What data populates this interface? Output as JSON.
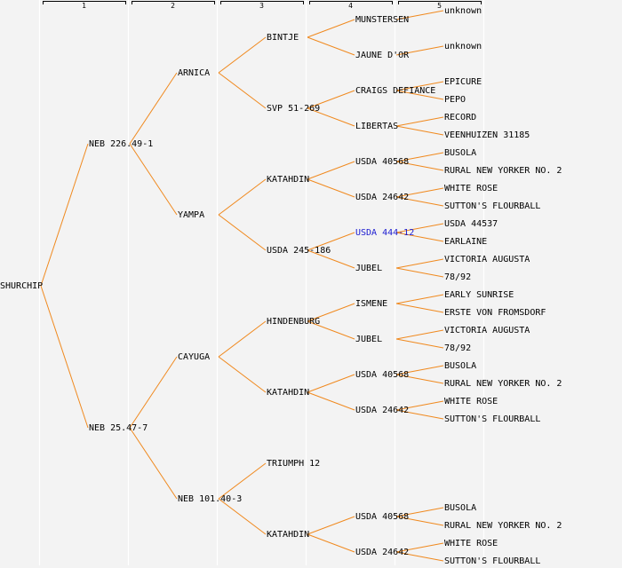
{
  "title": "Pedigree tree",
  "colors": {
    "background": "#f3f3f3",
    "column_separator": "#ffffff",
    "edge": "#f0891e",
    "label": "#000000",
    "link": "#1a1ad0"
  },
  "generations": [
    "1",
    "2",
    "3",
    "4",
    "5"
  ],
  "tree": {
    "name": "SHURCHIP",
    "children": [
      {
        "name": "NEB 226.49-1",
        "children": [
          {
            "name": "ARNICA",
            "children": [
              {
                "name": "BINTJE",
                "children": [
                  {
                    "name": "MUNSTERSEN",
                    "children": [
                      {
                        "name": "unknown"
                      },
                      null
                    ]
                  },
                  {
                    "name": "JAUNE D'OR",
                    "children": [
                      {
                        "name": "unknown"
                      },
                      null
                    ]
                  }
                ]
              },
              {
                "name": "SVP 51-269",
                "children": [
                  {
                    "name": "CRAIGS DEFIANCE",
                    "children": [
                      {
                        "name": "EPICURE"
                      },
                      {
                        "name": "PEPO"
                      }
                    ]
                  },
                  {
                    "name": "LIBERTAS",
                    "children": [
                      {
                        "name": "RECORD"
                      },
                      {
                        "name": "VEENHUIZEN 31185"
                      }
                    ]
                  }
                ]
              }
            ]
          },
          {
            "name": "YAMPA",
            "children": [
              {
                "name": "KATAHDIN",
                "children": [
                  {
                    "name": "USDA 40568",
                    "children": [
                      {
                        "name": "BUSOLA"
                      },
                      {
                        "name": "RURAL NEW YORKER NO. 2"
                      }
                    ]
                  },
                  {
                    "name": "USDA 24642",
                    "children": [
                      {
                        "name": "WHITE ROSE"
                      },
                      {
                        "name": "SUTTON'S FLOURBALL"
                      }
                    ]
                  }
                ]
              },
              {
                "name": "USDA 245-186",
                "children": [
                  {
                    "name": "USDA 444-12",
                    "link": true,
                    "children": [
                      {
                        "name": "USDA 44537"
                      },
                      {
                        "name": "EARLAINE"
                      }
                    ]
                  },
                  {
                    "name": "JUBEL",
                    "children": [
                      {
                        "name": "VICTORIA AUGUSTA"
                      },
                      {
                        "name": "78/92"
                      }
                    ]
                  }
                ]
              }
            ]
          }
        ]
      },
      {
        "name": "NEB 25.47-7",
        "children": [
          {
            "name": "CAYUGA",
            "children": [
              {
                "name": "HINDENBURG",
                "children": [
                  {
                    "name": "ISMENE",
                    "children": [
                      {
                        "name": "EARLY SUNRISE"
                      },
                      {
                        "name": "ERSTE VON FROMSDORF"
                      }
                    ]
                  },
                  {
                    "name": "JUBEL",
                    "children": [
                      {
                        "name": "VICTORIA AUGUSTA"
                      },
                      {
                        "name": "78/92"
                      }
                    ]
                  }
                ]
              },
              {
                "name": "KATAHDIN",
                "children": [
                  {
                    "name": "USDA 40568",
                    "children": [
                      {
                        "name": "BUSOLA"
                      },
                      {
                        "name": "RURAL NEW YORKER NO. 2"
                      }
                    ]
                  },
                  {
                    "name": "USDA 24642",
                    "children": [
                      {
                        "name": "WHITE ROSE"
                      },
                      {
                        "name": "SUTTON'S FLOURBALL"
                      }
                    ]
                  }
                ]
              }
            ]
          },
          {
            "name": "NEB 101.40-3",
            "children": [
              {
                "name": "TRIUMPH 12"
              },
              {
                "name": "KATAHDIN",
                "children": [
                  {
                    "name": "USDA 40568",
                    "children": [
                      {
                        "name": "BUSOLA"
                      },
                      {
                        "name": "RURAL NEW YORKER NO. 2"
                      }
                    ]
                  },
                  {
                    "name": "USDA 24642",
                    "children": [
                      {
                        "name": "WHITE ROSE"
                      },
                      {
                        "name": "SUTTON'S FLOURBALL"
                      }
                    ]
                  }
                ]
              }
            ]
          }
        ]
      }
    ]
  }
}
